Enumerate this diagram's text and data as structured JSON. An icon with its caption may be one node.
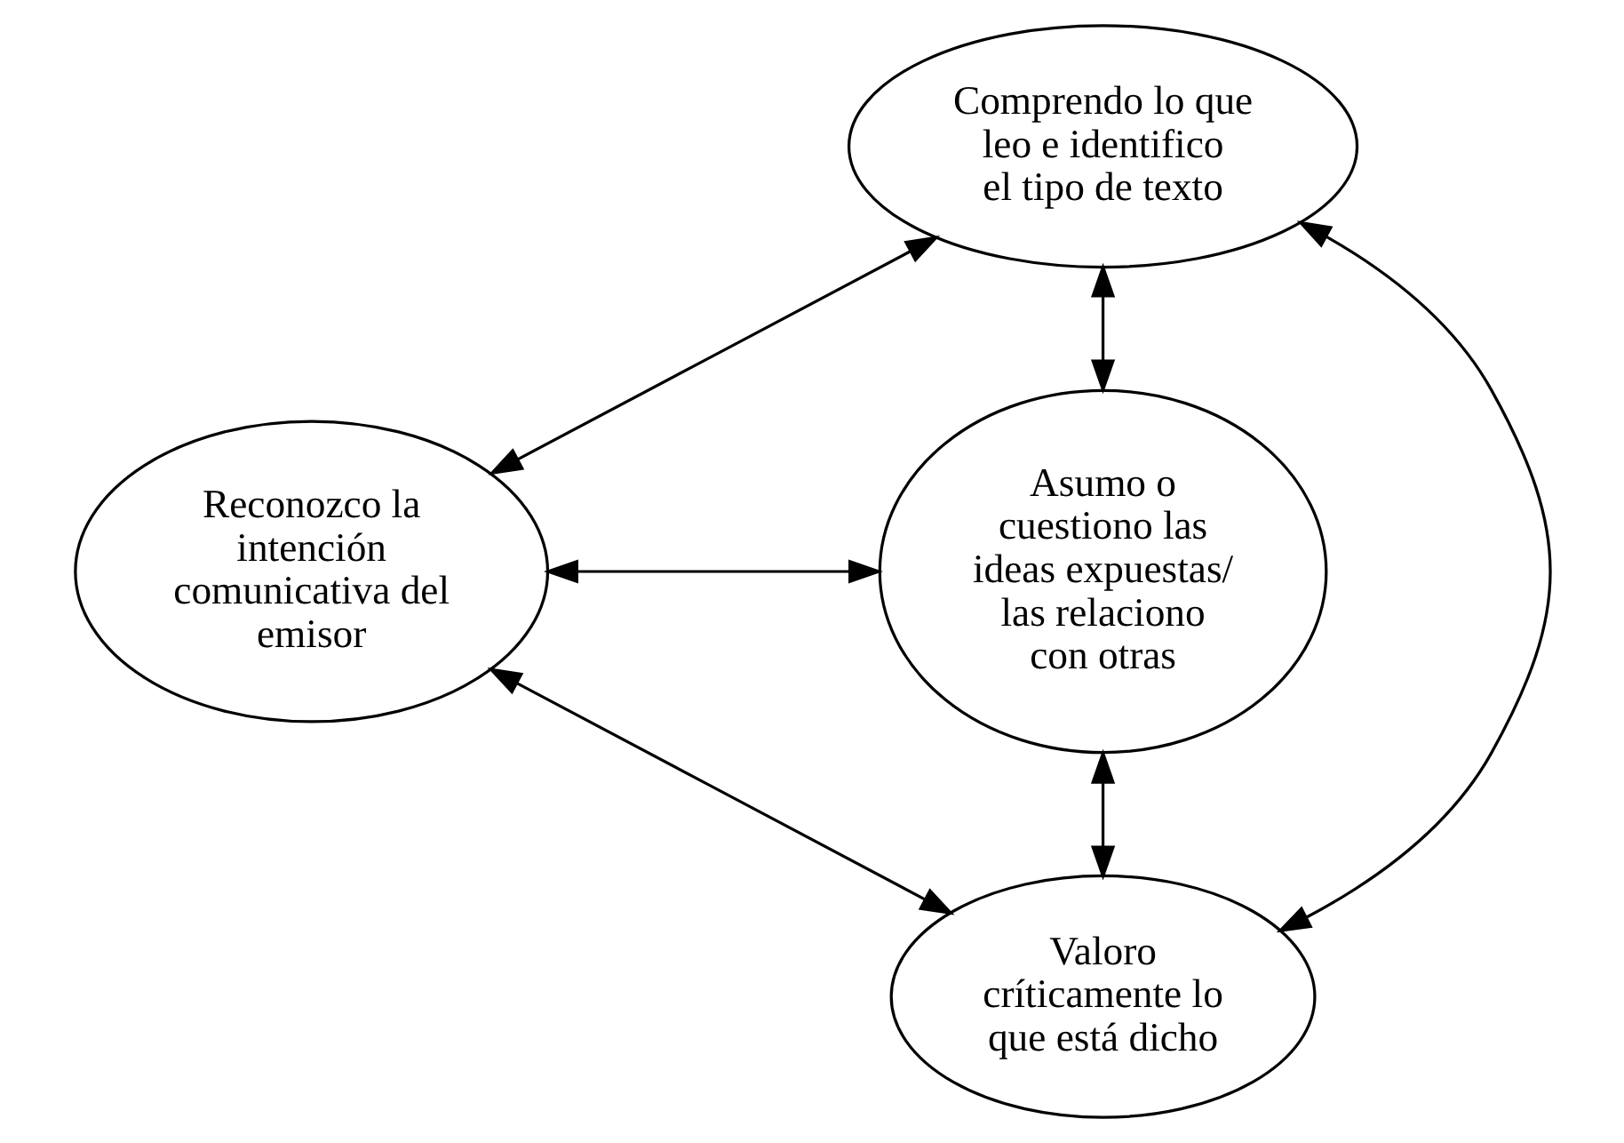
{
  "diagram": {
    "nodes": [
      {
        "text": [
          "Comprendo lo que leo e identifico el tipo de texto"
        ]
      },
      {
        "text": [
          "Reconozco la intención comunicativa del emisor"
        ]
      },
      {
        "text": [
          "Asumo o cuestiono las ideas expuestas/ las relaciono con otras"
        ]
      },
      {
        "text": [
          "Valoro críticamente lo que está dicho"
        ]
      }
    ],
    "edges": [
      {
        "from": 0,
        "to": 1,
        "arrow": "both"
      },
      {
        "from": 0,
        "to": 2,
        "arrow": "both"
      },
      {
        "from": 1,
        "to": 2,
        "arrow": "both"
      },
      {
        "from": 0,
        "to": 3,
        "arrow": "both"
      },
      {
        "from": 1,
        "to": 3,
        "arrow": "both"
      },
      {
        "from": 2,
        "to": 3,
        "arrow": "both"
      }
    ]
  }
}
